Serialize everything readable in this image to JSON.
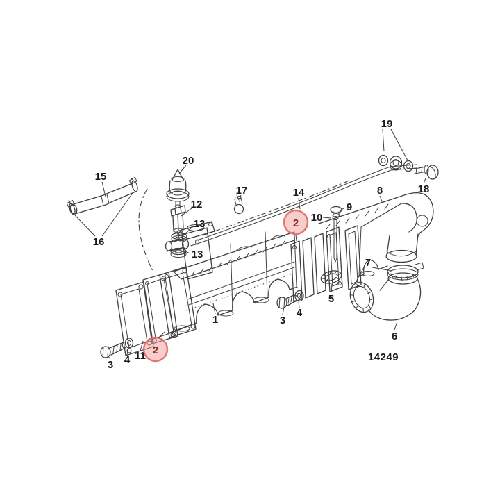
{
  "figure": {
    "number": "14249"
  },
  "colors": {
    "background": "#ffffff",
    "line": "#3f3f3f",
    "label_text": "#1a1a1a",
    "highlight_fill": "#f29d99",
    "highlight_stroke": "#e2625e",
    "highlight_text": "#7e2723"
  },
  "callouts": [
    {
      "label": "1",
      "highlighted": false
    },
    {
      "label": "2",
      "highlighted": true
    },
    {
      "label": "2",
      "highlighted": true
    },
    {
      "label": "3",
      "highlighted": false
    },
    {
      "label": "3",
      "highlighted": false
    },
    {
      "label": "4",
      "highlighted": false
    },
    {
      "label": "4",
      "highlighted": false
    },
    {
      "label": "5",
      "highlighted": false
    },
    {
      "label": "6",
      "highlighted": false
    },
    {
      "label": "7",
      "highlighted": false
    },
    {
      "label": "8",
      "highlighted": false
    },
    {
      "label": "9",
      "highlighted": false
    },
    {
      "label": "10",
      "highlighted": false
    },
    {
      "label": "11",
      "highlighted": false
    },
    {
      "label": "12",
      "highlighted": false
    },
    {
      "label": "13",
      "highlighted": false
    },
    {
      "label": "13",
      "highlighted": false
    },
    {
      "label": "14",
      "highlighted": false
    },
    {
      "label": "15",
      "highlighted": false
    },
    {
      "label": "16",
      "highlighted": false
    },
    {
      "label": "17",
      "highlighted": false
    },
    {
      "label": "18",
      "highlighted": false
    },
    {
      "label": "19",
      "highlighted": false
    },
    {
      "label": "20",
      "highlighted": false
    }
  ]
}
